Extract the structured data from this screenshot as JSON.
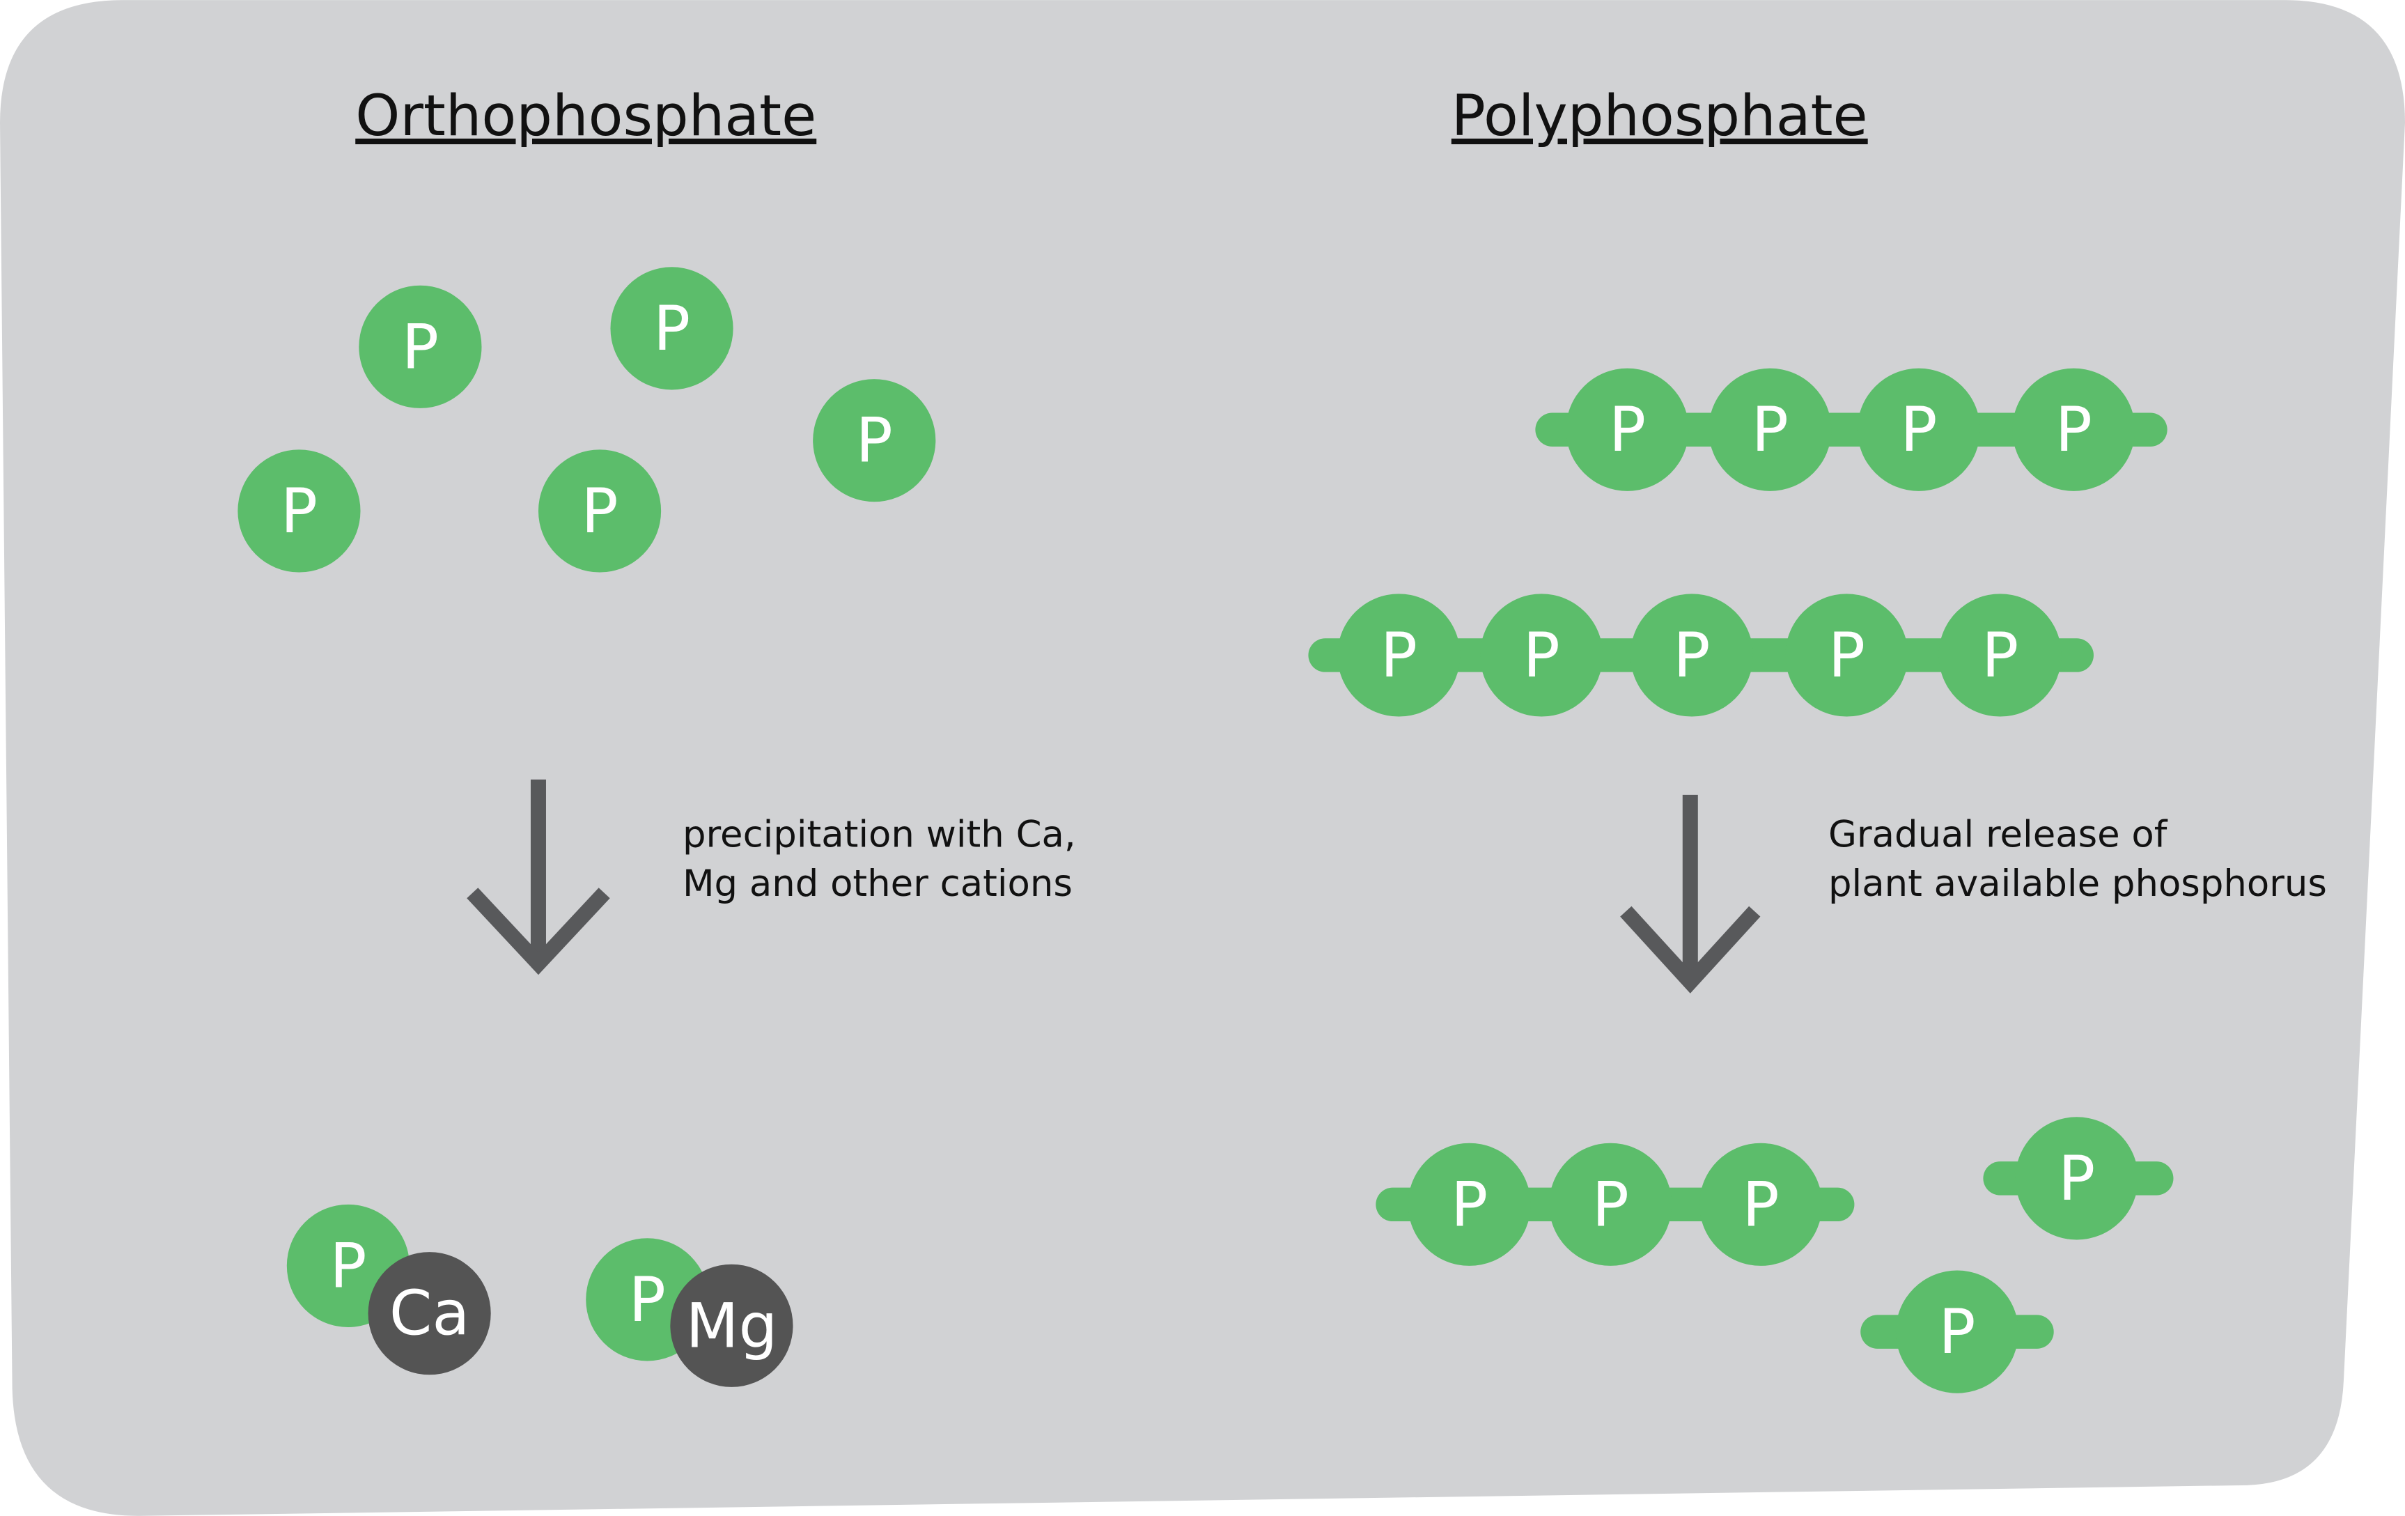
{
  "titles": {
    "left": "Orthophosphate",
    "right": "Polyphosphate"
  },
  "captions": {
    "left": [
      "precipitation with Ca,",
      "Mg  and other cations"
    ],
    "right": [
      "Gradual release of",
      "plant available phosphorus"
    ]
  },
  "atoms": {
    "phosphorus": "P",
    "calcium": "Ca",
    "magnesium": "Mg"
  },
  "colors": {
    "phosphate": "#5cbd6b",
    "cation": "#545454",
    "background": "#d1d2d4",
    "arrow": "#58595b"
  }
}
